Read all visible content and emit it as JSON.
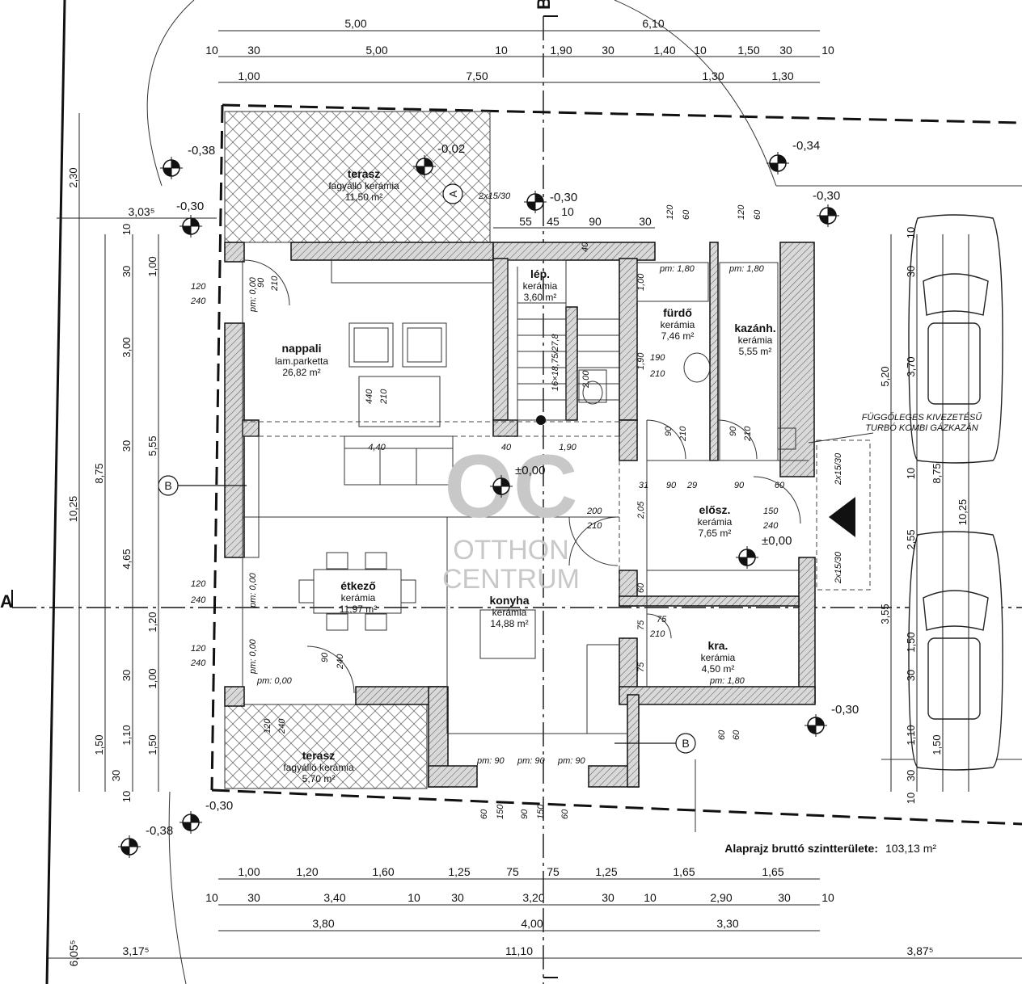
{
  "rooms": {
    "terasz_top": {
      "name": "terasz",
      "material": "fagyálló kerámia",
      "area": "11,50 m²"
    },
    "nappali": {
      "name": "nappali",
      "material": "lam.parketta",
      "area": "26,82 m²"
    },
    "lep": {
      "name": "lép.",
      "material": "kerámia",
      "area": "3,60 m²"
    },
    "furdo": {
      "name": "fürdő",
      "material": "kerámia",
      "area": "7,46 m²"
    },
    "kazanh": {
      "name": "kazánh.",
      "material": "kerámia",
      "area": "5,55 m²"
    },
    "eloszt": {
      "name": "elősz.",
      "material": "kerámia",
      "area": "7,65 m²"
    },
    "etkezo": {
      "name": "étkező",
      "material": "kerámia",
      "area": "11,97 m²"
    },
    "konyha": {
      "name": "konyha",
      "material": "kerámia",
      "area": "14,88 m²"
    },
    "kra": {
      "name": "kra.",
      "material": "kerámia",
      "area": "4,50 m²"
    },
    "terasz_bottom": {
      "name": "terasz",
      "material": "fagyálló kerámia",
      "area": "5,70 m²"
    }
  },
  "levels": {
    "l1": "-0,38",
    "l2": "-0,02",
    "l3": "-0,34",
    "l4": "-0,30",
    "l5": "-0,30",
    "l6": "-0,30",
    "l7": "±0,00",
    "l8": "±0,00",
    "l9": "-0,30",
    "l10": "-0,30",
    "l11": "-0,38"
  },
  "dims_top": {
    "row1": [
      "5,00",
      "6,10"
    ],
    "row2": [
      "10",
      "30",
      "5,00",
      "10",
      "1,90",
      "30",
      "1,40",
      "10",
      "1,50",
      "30",
      "10"
    ],
    "row3": [
      "1,00",
      "7,50",
      "1,30",
      "1,30"
    ]
  },
  "dims_bottom": {
    "row1": [
      "1,00",
      "1,20",
      "1,60",
      "1,25",
      "75",
      "75",
      "1,25",
      "1,65",
      "1,65"
    ],
    "row2": [
      "10",
      "30",
      "3,40",
      "10",
      "30",
      "3,20",
      "30",
      "10",
      "2,90",
      "30",
      "10"
    ],
    "row3": [
      "3,80",
      "4,00",
      "3,30"
    ],
    "row4": [
      "6,05⁵",
      "3,17⁵",
      "11,10",
      "3,87⁵"
    ]
  },
  "dims_left": {
    "outer": [
      "2,30",
      "10,25"
    ],
    "mid": [
      "8,75"
    ],
    "inner": [
      "10",
      "30",
      "3,00",
      "30",
      "4,65",
      "30",
      "1,50",
      "30",
      "10"
    ],
    "win": [
      "1,00",
      "5,55",
      "1,20",
      "1,00",
      "1,10",
      "1,50"
    ],
    "setback": "3,03⁵"
  },
  "dims_right": {
    "outer": [
      "5,20",
      "10,25",
      "3,55"
    ],
    "mid": [
      "8,75",
      "2,55"
    ],
    "inner": [
      "10",
      "30",
      "3,70",
      "10",
      "1,50",
      "30",
      "1,10",
      "1,50",
      "30",
      "10"
    ]
  },
  "interior": {
    "d55": "55",
    "d45": "45",
    "d10": "10",
    "d90": "90",
    "d30": "30",
    "stair": "16×18,75/27,8",
    "pm180a": "pm: 1,80",
    "pm180b": "pm: 1,80",
    "pm180c": "pm: 1,80",
    "pm000a": "pm: 0,00",
    "pm000b": "pm: 0,00",
    "pm000c": "pm: 0,00",
    "pm000d": "pm: 0,00",
    "pm90a": "pm: 90",
    "pm90b": "pm: 90",
    "pm90c": "pm: 90",
    "d440": "4,40",
    "d40": "40",
    "d190": "1,90",
    "d31": "31",
    "d90b": "90",
    "d29": "29",
    "d90c": "90",
    "d60": "60",
    "d205": "2,05",
    "d60b": "60",
    "d75": "75",
    "d75b": "75",
    "vent": "2x15/30",
    "vent2": "2x15/30",
    "vent3": "2x15/30",
    "d200": "2,00",
    "d100": "1,00",
    "d190b": "1,90",
    "d120a": "120",
    "d240a": "240",
    "d120b": "120",
    "d240b": "240",
    "d120c": "120",
    "d240c": "240",
    "d90d": "90",
    "d210a": "210",
    "d190c": "190",
    "d210b": "210",
    "d200b": "200",
    "d210c": "210",
    "d150": "150",
    "d240d": "240",
    "d75c": "75",
    "d210d": "210",
    "d60c": "60",
    "d60d": "60",
    "d60e": "60",
    "d150b": "150",
    "d90e": "90",
    "d150c": "150",
    "d60f": "60",
    "d440b": "440",
    "d210e": "210",
    "d120d": "120",
    "d60g": "60",
    "d120e": "120",
    "d60h": "60",
    "d90f": "90",
    "d210f": "210",
    "d90g": "90",
    "d210g": "210",
    "d120f": "120",
    "d240e": "240",
    "d90h": "90",
    "d240f": "240",
    "d40b": "40"
  },
  "boiler_note": [
    "FÜGGŐLEGES KIVEZETÉSŰ",
    "TURBÓ KOMBI GÁZKAZÁN"
  ],
  "section_markers": {
    "a": "A",
    "b": "B",
    "b2": "B",
    "b3": "B",
    "a2": "A"
  },
  "summary": {
    "label": "Alaprajz bruttó szintterülete:",
    "value": "103,13 m²"
  },
  "watermark": {
    "logo": "OC",
    "line1": "OTTHON",
    "line2": "CENTRUM"
  }
}
